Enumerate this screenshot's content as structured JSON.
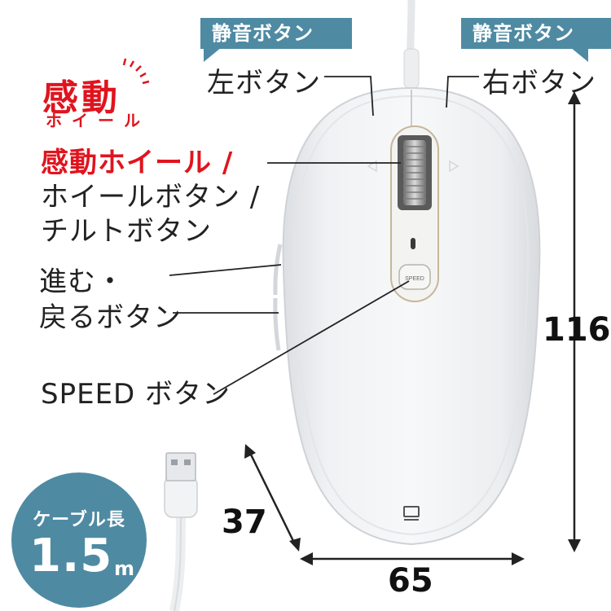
{
  "callouts": {
    "silent_left_tag": "静音ボタン",
    "silent_right_tag": "静音ボタン",
    "left_button": "左ボタン",
    "right_button": "右ボタン"
  },
  "logo": {
    "main": "感動",
    "sub": "ホイール"
  },
  "wheel_labels": {
    "line1": "感動ホイール /",
    "line2": "ホイールボタン /",
    "line3": "チルトボタン"
  },
  "side_buttons": {
    "line1": "進む・",
    "line2": "戻るボタン"
  },
  "speed_button": "SPEED ボタン",
  "mouse_speed_label": "SPEED",
  "dimensions": {
    "height": "116",
    "width": "65",
    "depth": "37"
  },
  "cable": {
    "title": "ケーブル長",
    "value": "1.5",
    "unit": "m"
  },
  "colors": {
    "accent_red": "#e0141e",
    "tag_teal": "#4f8aa3"
  }
}
